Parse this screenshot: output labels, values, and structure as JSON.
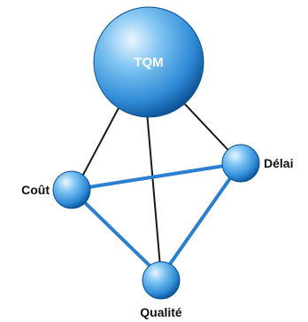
{
  "diagram": {
    "hub": {
      "label": "TQM"
    },
    "nodes": {
      "cost": {
        "label": "Coût"
      },
      "delay": {
        "label": "Délai"
      },
      "quality": {
        "label": "Qualité"
      }
    }
  },
  "colors": {
    "hub_edges": "#1a1a1a",
    "triangle_edges": "#2b7fd0",
    "sphere_light": "#eaf6ff",
    "sphere_mid": "#4aa6e6",
    "sphere_dark": "#0a4f92"
  }
}
